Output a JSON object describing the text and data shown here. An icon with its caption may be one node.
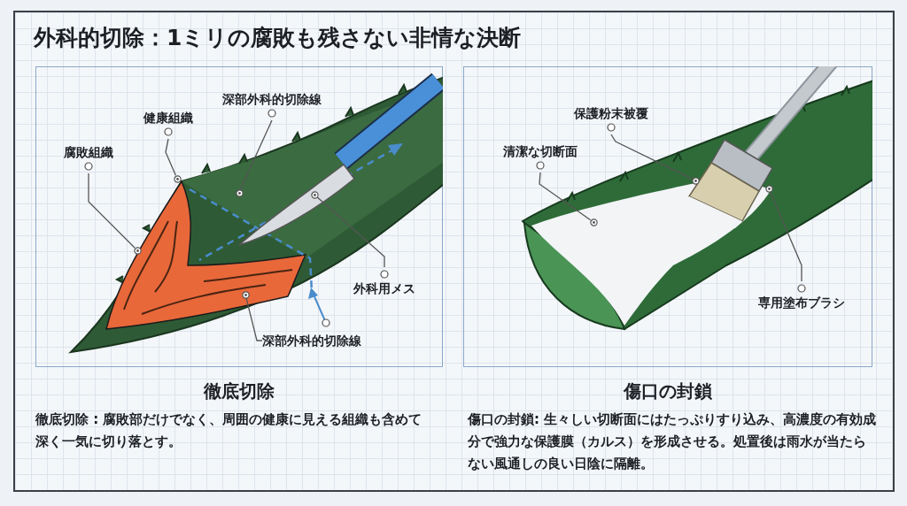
{
  "diagram": {
    "title": "外科的切除：1ミリの腐敗も残さない非情な決断",
    "nodes": [
      {
        "text": [
          "徹底切除"
        ]
      },
      {
        "text": [
          "傷口の封鎖"
        ]
      },
      {
        "text": [
          "深部外科的切除線"
        ],
        "in": 0
      },
      {
        "text": [
          "健康組織"
        ],
        "in": 0
      },
      {
        "text": [
          "腐敗組織"
        ],
        "in": 0
      },
      {
        "text": [
          "外科用メス"
        ],
        "in": 0
      },
      {
        "text": [
          "深部外科的切除線"
        ],
        "in": 0
      },
      {
        "text": [],
        "shape": "circle",
        "in": 0
      },
      {
        "text": [],
        "shape": "circle",
        "in": 0
      },
      {
        "text": [],
        "shape": "circle",
        "in": 0
      },
      {
        "text": [],
        "shape": "circle",
        "in": 0
      },
      {
        "text": [],
        "shape": "circle",
        "in": 0
      },
      {
        "text": [
          "保護粉末被覆"
        ],
        "in": 1
      },
      {
        "text": [
          "清潔な切断面"
        ],
        "in": 1
      },
      {
        "text": [
          "専用塗布ブラシ"
        ],
        "in": 1
      },
      {
        "text": [],
        "shape": "circle",
        "in": 1
      },
      {
        "text": [],
        "shape": "circle",
        "in": 1
      },
      {
        "text": [],
        "shape": "circle",
        "in": 1
      }
    ],
    "edges": [
      {
        "from": 2,
        "to": 7,
        "arrow": "none"
      },
      {
        "from": 3,
        "to": 8,
        "arrow": "none"
      },
      {
        "from": 4,
        "to": 9,
        "arrow": "none"
      },
      {
        "from": 5,
        "to": 10,
        "arrow": "none"
      },
      {
        "from": 6,
        "to": 11,
        "arrow": "none"
      },
      {
        "from": 12,
        "to": 15,
        "arrow": "none"
      },
      {
        "from": 13,
        "to": 16,
        "arrow": "none"
      },
      {
        "from": 14,
        "to": 17,
        "arrow": "none"
      }
    ],
    "labels": [
      "徹底切除 : 腐敗部だけでなく、周囲の健康に見える組織も含めて深く一気に切り落とす。",
      "傷口の封鎖: 生々しい切断面にはたっぷりすり込み、高濃度の有効成分で強力な保護膜（カルス）を形成させる。処置後は雨水が当たらない風通しの良い日陰に隔離。"
    ]
  }
}
